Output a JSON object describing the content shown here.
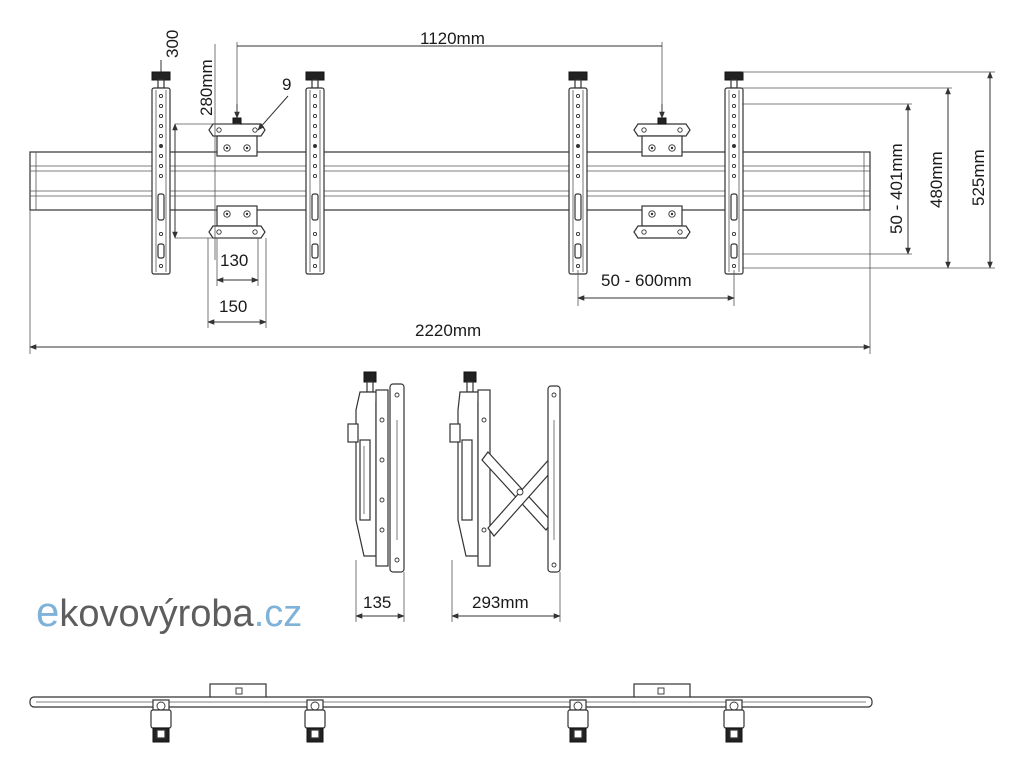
{
  "dimensions": {
    "top_height": "300",
    "bracket_vertical": "280mm",
    "small_offset": "9",
    "stud_spacing": "1120mm",
    "bracket_inner": "130",
    "bracket_outer": "150",
    "vesa_horizontal": "50 - 600mm",
    "overall_length": "2220mm",
    "vesa_vertical": "50 - 401mm",
    "height_mid": "480mm",
    "height_total": "525mm",
    "depth_closed": "135",
    "depth_open": "293mm"
  },
  "watermark": {
    "first_letter": "e",
    "rest": "kovovýroba",
    "tld": ".cz"
  },
  "colors": {
    "line": "#333333",
    "watermark_blue": "#7fb2d8",
    "watermark_gray": "#5d5d5d"
  }
}
